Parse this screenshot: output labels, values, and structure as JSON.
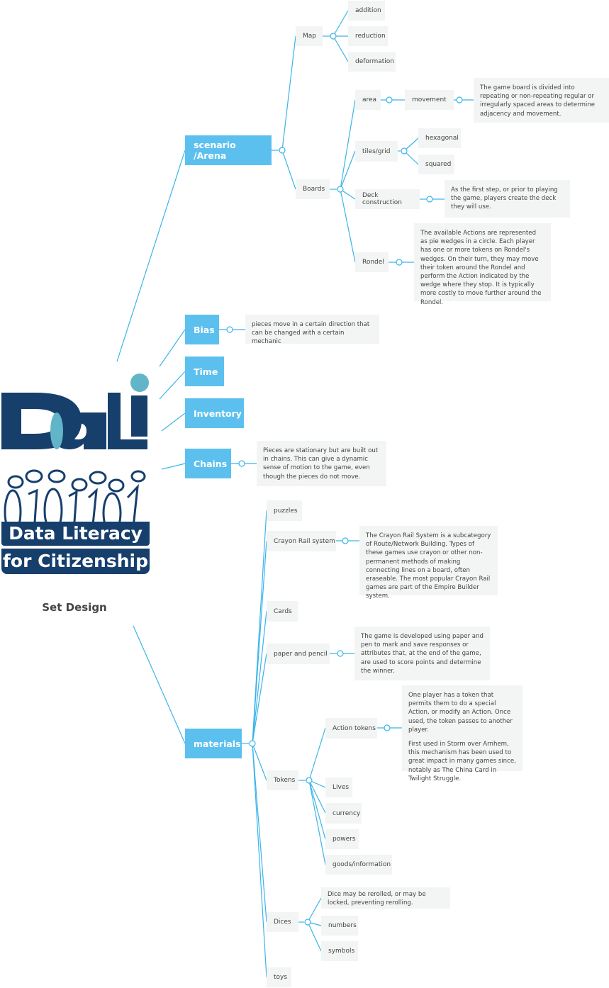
{
  "logo": {
    "mark": "DaLi",
    "line1": "Data Literacy",
    "line2": "for Citizenship",
    "subtitle": "Set Design"
  },
  "colors": {
    "topic": "#5cc0ee",
    "line": "#3bb4ea",
    "subtopic_bg": "#f3f4f4",
    "logo_navy": "#173f6c",
    "logo_teal": "#62b5c8"
  },
  "topics": {
    "scenario": {
      "label": "scenario /Arena",
      "map": {
        "label": "Map",
        "children": [
          "addition",
          "reduction",
          "deformation"
        ]
      },
      "boards": {
        "label": "Boards",
        "area": "area",
        "movement": "movement",
        "movement_desc": "The game board is divided into repeating or non-repeating regular or irregularly spaced areas to determine adjacency and movement.",
        "tiles": "tiles/grid",
        "hexagonal": "hexagonal",
        "squared": "squared",
        "deck": "Deck construction",
        "deck_desc": "As the first step, or prior to playing the game, players create the deck they will use.",
        "rondel": "Rondel",
        "rondel_desc": "The available Actions are represented as pie wedges in a circle. Each player has one or more tokens on Rondel's wedges. On their turn, they may move their token around the Rondel and perform the Action indicated by the wedge where they stop. It is typically more costly to move further around the Rondel."
      }
    },
    "bias": {
      "label": "Bias",
      "desc": "pieces move in a certain direction that can be changed with a certain mechanic"
    },
    "time": {
      "label": "Time"
    },
    "inventory": {
      "label": "Inventory"
    },
    "chains": {
      "label": "Chains",
      "desc": "Pieces are stationary but are built out in chains. This can give a dynamic sense of motion to the game, even though the pieces do not move."
    },
    "materials": {
      "label": "materials",
      "puzzles": "puzzles",
      "crayon": "Crayon Rail system",
      "crayon_desc": "The Crayon Rail System is a subcategory of Route/Network Building. Types of these games use crayon or other non-permanent methods of making connecting lines on a board, often eraseable. The most popular Crayon Rail games are part of the Empire Builder system.",
      "cards": "Cards",
      "paper": "paper and pencil",
      "paper_desc": "The game is developed using paper and pen to mark and save responses or attributes that, at the end of the game, are used to score points and determine the winner.",
      "tokens": "Tokens",
      "action_tokens": "Action tokens",
      "action_desc_1": "One player has a token that permits them to do a special Action, or modify an Action. Once used, the token passes to another player.",
      "action_desc_2": "First used in Storm over Arnhem, this mechanism has been used to great impact in many games since, notably as The China Card in Twilight Struggle.",
      "token_children": [
        "Lives",
        "currency",
        "powers",
        "goods/information"
      ],
      "dices": "Dices",
      "dices_desc": "Dice may be rerolled, or may be locked, preventing rerolling.",
      "numbers": "numbers",
      "symbols": "symbols",
      "toys": "toys"
    }
  }
}
